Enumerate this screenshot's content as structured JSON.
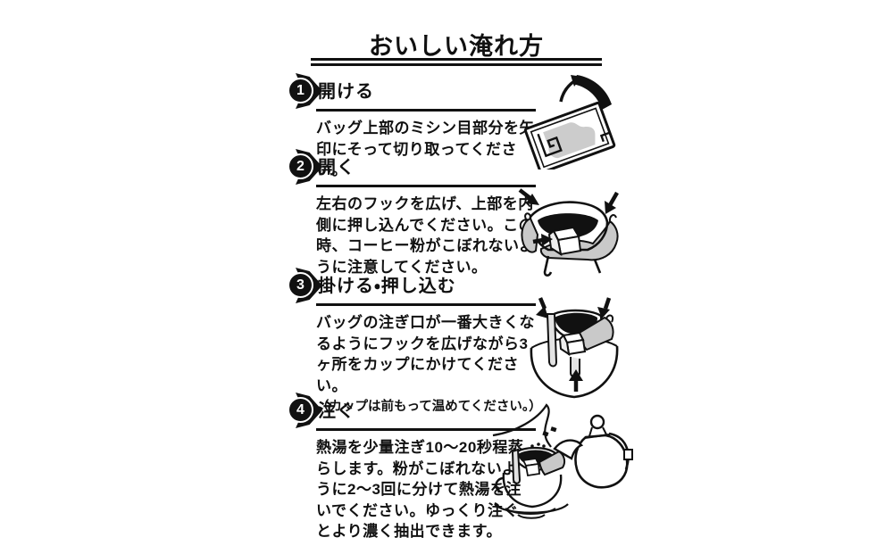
{
  "page": {
    "title": "おいしい淹れ方"
  },
  "steps": [
    {
      "number": "1",
      "heading": "開ける",
      "body": "バッグ上部のミシン目部分を矢印にそって切り取ってください。"
    },
    {
      "number": "2",
      "heading": "開く",
      "body": "左右のフックを広げ、上部を内側に押し込んでください。この時、コーヒー粉がこぼれないように注意してください。"
    },
    {
      "number": "3",
      "heading": "掛ける・押し込む",
      "body": "バッグの注ぎ口が一番大きくなるようにフックを広げながら3ヶ所をカップにかけてください。",
      "note": "（カップは前もって温めてください。）"
    },
    {
      "number": "4",
      "heading": "注ぐ",
      "body": "熱湯を少量注ぎ10〜20秒程蒸らします。粉がこぼれないように2〜3回に分けて熱湯を注いでください。ゆっくり注ぐとより濃く抽出できます。"
    }
  ],
  "illustrations": {
    "step1": "package-top-torn-off-with-curved-arrow",
    "step2": "drip-bag-opened-hooks-spread-push-arrows",
    "step3": "drip-bag-hooked-on-cup-press-arrows",
    "step4": "kettle-pouring-hot-water-into-drip-bag-on-cup"
  },
  "colors": {
    "ink": "#111111",
    "shade": "#c9c9c9",
    "shade_light": "#e3e3e3",
    "background": "#ffffff"
  }
}
